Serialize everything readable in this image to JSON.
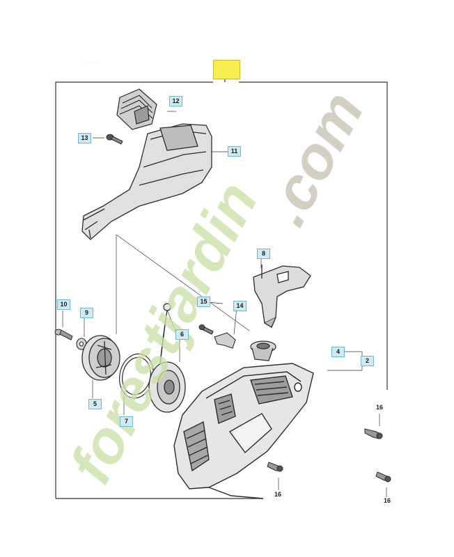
{
  "caption": "........",
  "watermark": {
    "line1": "forestjardin",
    "line2": ".com",
    "color_main": "#c9dfa6",
    "color_dot": "#c8c3b4"
  },
  "callouts": {
    "p2": "2",
    "p4": "4",
    "p5": "5",
    "p6": "6",
    "p7": "7",
    "p8": "8",
    "p9": "9",
    "p10": "10",
    "p11": "11",
    "p12": "12",
    "p13": "13",
    "p14": "14",
    "p15": "15",
    "p16a": "16",
    "p16b": "16",
    "p16c": "16"
  },
  "colors": {
    "frame": "#333333",
    "part_stroke": "#2a2a2a",
    "part_fill": "#e4e4e4",
    "part_dark": "#8a8a8a",
    "callout_bg": "#cfeaf2",
    "marker": "#f7ee52"
  }
}
